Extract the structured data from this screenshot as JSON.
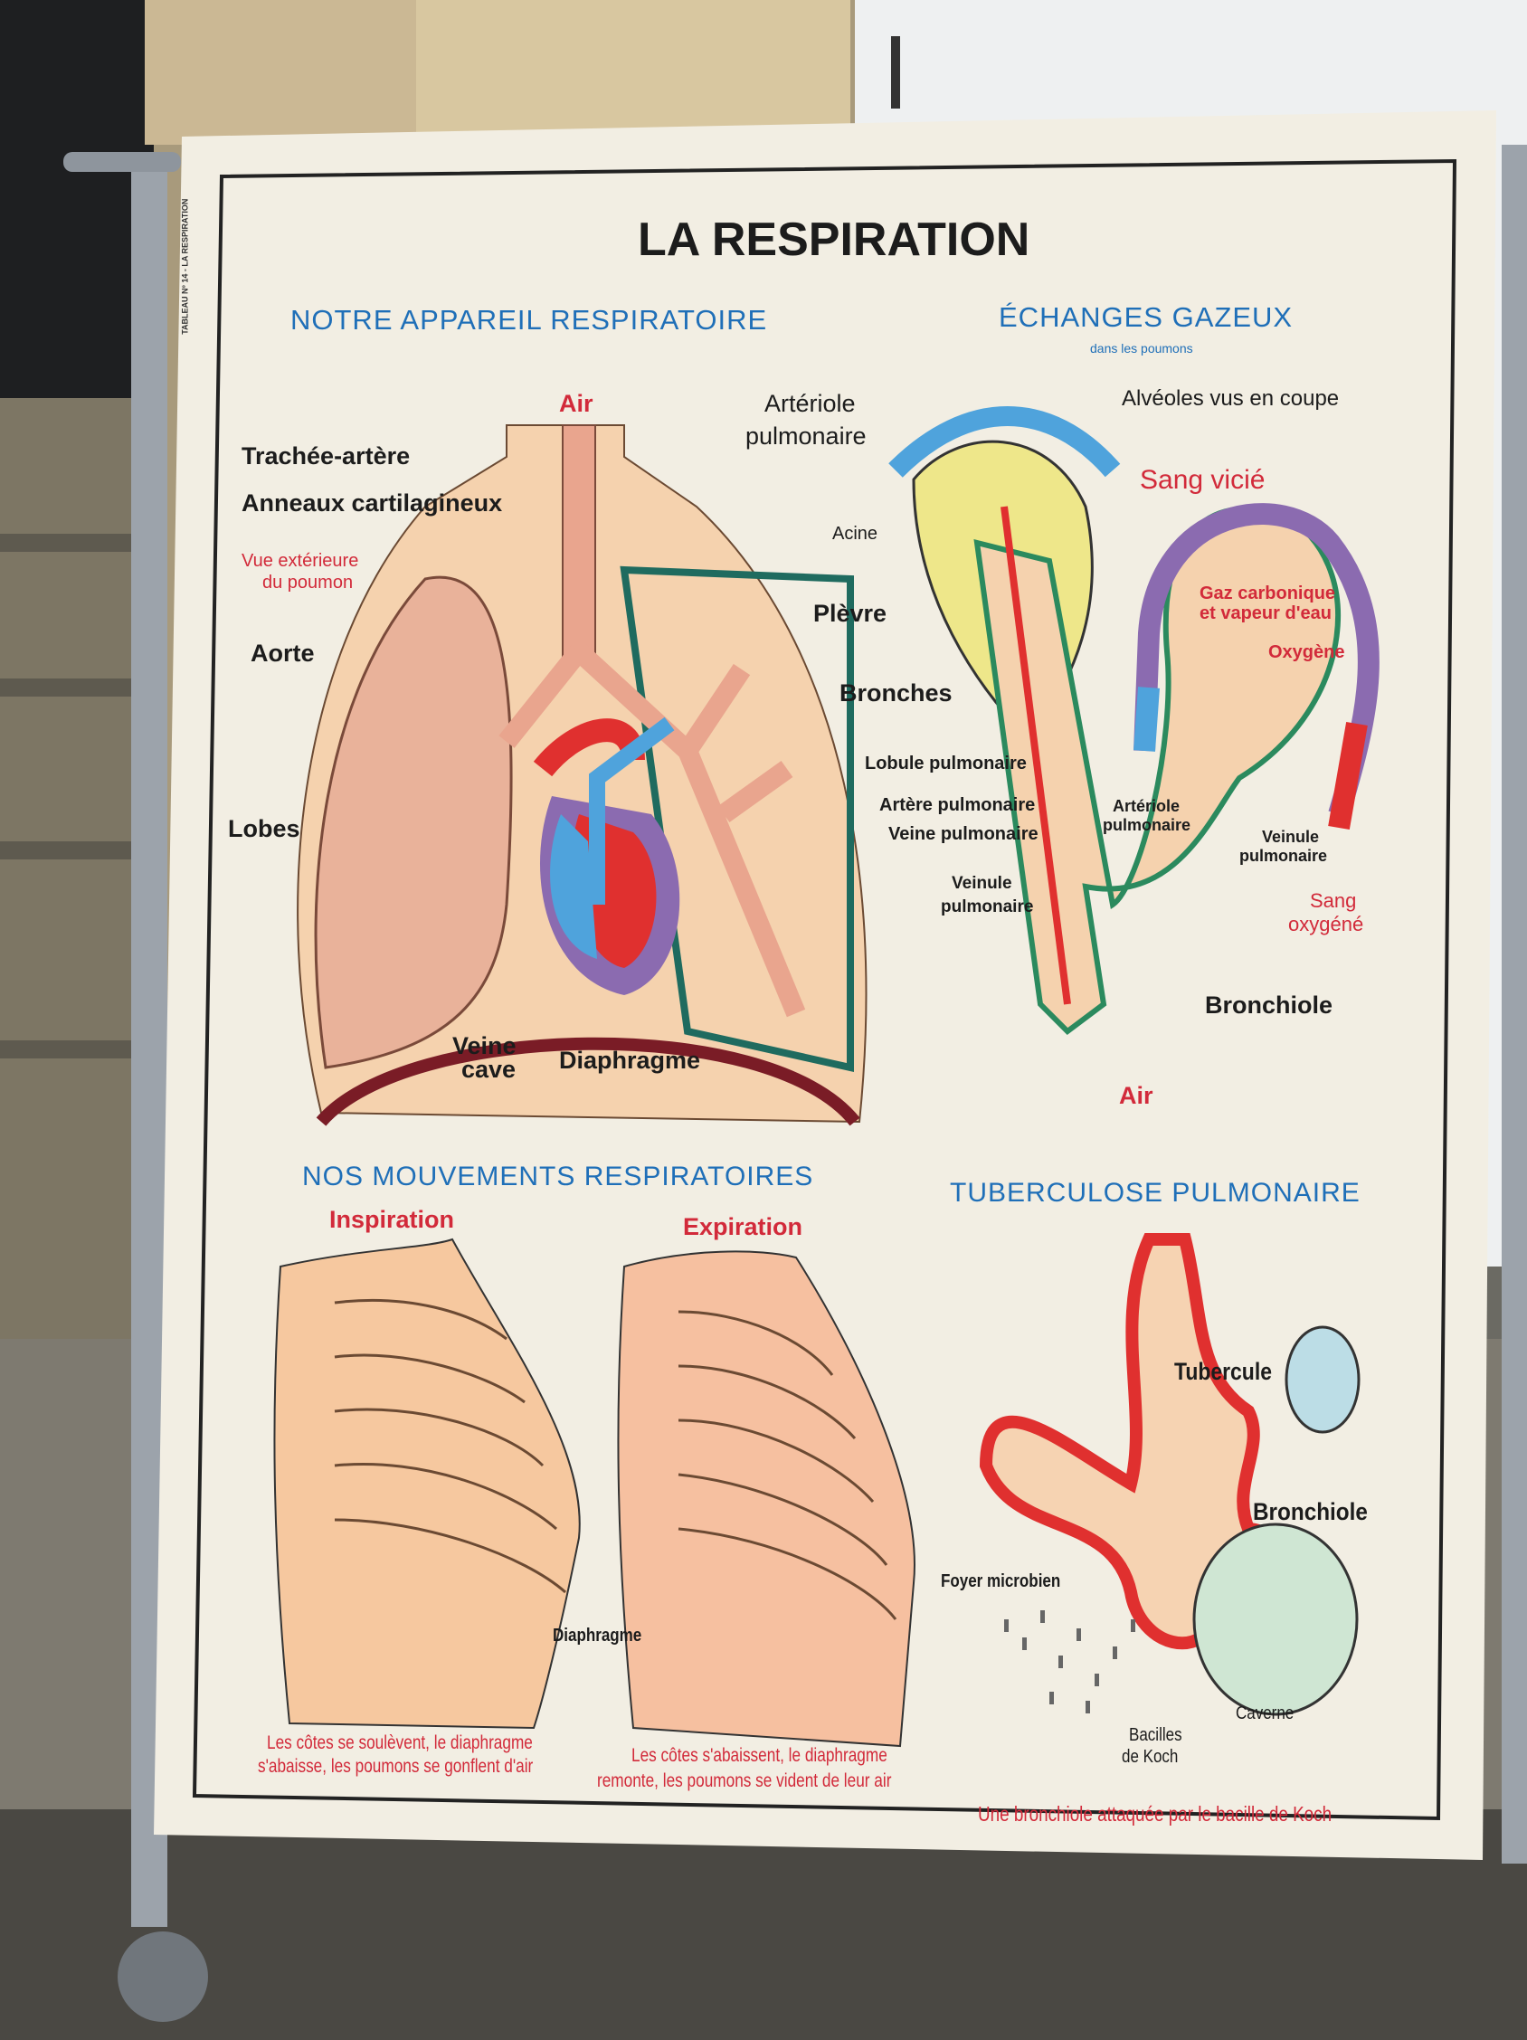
{
  "poster": {
    "side_label": "TABLEAU Nº 14 - LA RESPIRATION",
    "title": "LA RESPIRATION",
    "sections": {
      "appareil": {
        "heading": "NOTRE APPAREIL RESPIRATOIRE",
        "labels": {
          "air": "Air",
          "trachee": "Trachée-artère",
          "anneaux": "Anneaux cartilagineux",
          "vue_ext_1": "Vue extérieure",
          "vue_ext_2": "du poumon",
          "aorte": "Aorte",
          "plevre": "Plèvre",
          "bronches": "Bronches",
          "lobule": "Lobule pulmonaire",
          "artere": "Artère pulmonaire",
          "veine": "Veine pulmonaire",
          "lobes": "Lobes",
          "veine_cave_1": "Veine",
          "veine_cave_2": "cave",
          "diaphragme": "Diaphragme"
        }
      },
      "echanges": {
        "heading": "ÉCHANGES GAZEUX",
        "subheading": "dans les poumons",
        "labels": {
          "alveoles": "Alvéoles vus en coupe",
          "arteriole_1": "Artériole",
          "arteriole_2": "pulmonaire",
          "acine": "Acine",
          "sang_vicie": "Sang vicié",
          "gaz_1": "Gaz carbonique",
          "gaz_2": "et vapeur d'eau",
          "oxygene": "Oxygène",
          "arteriole_small_1": "Artériole",
          "arteriole_small_2": "pulmonaire",
          "veinule_r_1": "Veinule",
          "veinule_r_2": "pulmonaire",
          "sang_oxygene_1": "Sang",
          "sang_oxygene_2": "oxygéné",
          "veinule_l_1": "Veinule",
          "veinule_l_2": "pulmonaire",
          "bronchiole": "Bronchiole",
          "air": "Air"
        }
      },
      "mouvements": {
        "heading": "NOS MOUVEMENTS RESPIRATOIRES",
        "inspiration": "Inspiration",
        "expiration": "Expiration",
        "diaphragme": "Diaphragme",
        "caption_inspiration_1": "Les côtes se soulèvent, le diaphragme",
        "caption_inspiration_2": "s'abaisse, les poumons se gonflent d'air",
        "caption_expiration_1": "Les côtes s'abaissent, le diaphragme",
        "caption_expiration_2": "remonte, les poumons se vident de leur air"
      },
      "tuberculose": {
        "heading": "TUBERCULOSE PULMONAIRE",
        "tubercule": "Tubercule",
        "bronchiole": "Bronchiole",
        "foyer": "Foyer microbien",
        "bacilles_1": "Bacilles",
        "bacilles_2": "de Koch",
        "caverne": "Caverne",
        "caption": "Une bronchiole attaquée par le bacille de Koch"
      }
    }
  },
  "colors": {
    "heading_blue": "#1f6fb8",
    "label_red": "#d22a3a",
    "paper": "#f2eee3",
    "artery_red": "#e0302f",
    "vein_blue": "#4fa3dc",
    "tissue": "#f3c9a2"
  }
}
